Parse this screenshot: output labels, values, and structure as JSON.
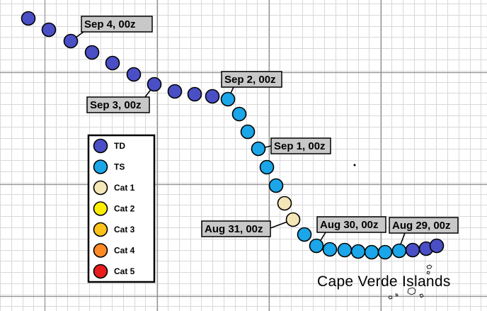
{
  "map": {
    "place_label": "Cape  Verde  Islands",
    "background_color": "#ffffff",
    "grid_minor_color": "#d8d8d8",
    "grid_major_color": "#909090"
  },
  "legend": {
    "items": [
      {
        "key": "TD",
        "label": "TD",
        "color": "#4a4fc6"
      },
      {
        "key": "TS",
        "label": "TS",
        "color": "#1aa6e8"
      },
      {
        "key": "C1",
        "label": "Cat 1",
        "color": "#f5e6b8"
      },
      {
        "key": "C2",
        "label": "Cat 2",
        "color": "#ffee00"
      },
      {
        "key": "C3",
        "label": "Cat 3",
        "color": "#ffc21a"
      },
      {
        "key": "C4",
        "label": "Cat 4",
        "color": "#ff8a26"
      },
      {
        "key": "C5",
        "label": "Cat 5",
        "color": "#e81c1c"
      }
    ]
  },
  "track": {
    "points": [
      {
        "category": "TD"
      },
      {
        "category": "TD"
      },
      {
        "category": "TD"
      },
      {
        "category": "TD"
      },
      {
        "category": "TD"
      },
      {
        "category": "TD"
      },
      {
        "category": "TD"
      },
      {
        "category": "TD"
      },
      {
        "category": "TD"
      },
      {
        "category": "TD"
      },
      {
        "category": "TS"
      },
      {
        "category": "TS"
      },
      {
        "category": "TS"
      },
      {
        "category": "TS"
      },
      {
        "category": "TS"
      },
      {
        "category": "TS"
      },
      {
        "category": "C1"
      },
      {
        "category": "C1"
      },
      {
        "category": "TS"
      },
      {
        "category": "TS"
      },
      {
        "category": "TS"
      },
      {
        "category": "TS"
      },
      {
        "category": "TS"
      },
      {
        "category": "TS"
      },
      {
        "category": "TS"
      },
      {
        "category": "TS"
      },
      {
        "category": "TD"
      },
      {
        "category": "TD"
      },
      {
        "category": "TD"
      },
      {
        "category": "TD"
      }
    ],
    "date_labels": [
      {
        "text": "Sep 4, 00z"
      },
      {
        "text": "Sep 3, 00z"
      },
      {
        "text": "Sep 2, 00z"
      },
      {
        "text": "Sep 1, 00z"
      },
      {
        "text": "Aug 31, 00z"
      },
      {
        "text": "Aug 30, 00z"
      },
      {
        "text": "Aug 29, 00z"
      }
    ]
  }
}
